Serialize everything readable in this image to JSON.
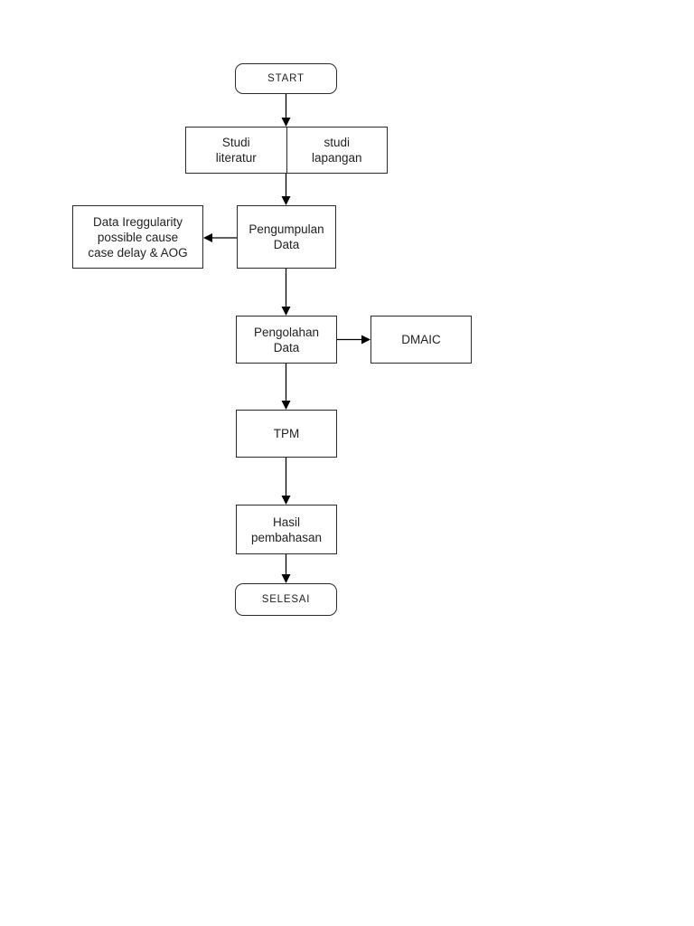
{
  "page": {
    "background_color": "#ffffff"
  },
  "colors": {
    "box_border": "#2b2b2b",
    "text": "#222222",
    "arrow": "#000000"
  },
  "flowchart": {
    "type": "flowchart",
    "nodes": {
      "start": {
        "shape": "rounded-terminator",
        "label": "START"
      },
      "studi_literatur": {
        "shape": "rect-cell",
        "label": "Studi\nliteratur"
      },
      "studi_lapangan": {
        "shape": "rect-cell",
        "label": "studi\nlapangan"
      },
      "data_irregularity": {
        "shape": "rect",
        "label": "Data Ireggularity\npossible cause\ncase delay & AOG"
      },
      "pengumpulan_data": {
        "shape": "rect",
        "label": "Pengumpulan\nData"
      },
      "pengolahan_data": {
        "shape": "rect",
        "label": "Pengolahan\nData"
      },
      "dmaic": {
        "shape": "rect",
        "label": "DMAIC"
      },
      "tpm": {
        "shape": "rect",
        "label": "TPM"
      },
      "hasil_pembahasan": {
        "shape": "rect",
        "label": "Hasil\npembahasan"
      },
      "selesai": {
        "shape": "rounded-terminator",
        "label": "SELESAI"
      }
    },
    "edges": [
      {
        "from": "start",
        "to": "studi_literatur / studi_lapangan",
        "direction": "down"
      },
      {
        "from": "studi_literatur / studi_lapangan",
        "to": "pengumpulan_data",
        "direction": "down"
      },
      {
        "from": "pengumpulan_data",
        "to": "data_irregularity",
        "direction": "left"
      },
      {
        "from": "pengumpulan_data",
        "to": "pengolahan_data",
        "direction": "down"
      },
      {
        "from": "pengolahan_data",
        "to": "dmaic",
        "direction": "right"
      },
      {
        "from": "pengolahan_data",
        "to": "tpm",
        "direction": "down"
      },
      {
        "from": "tpm",
        "to": "hasil_pembahasan",
        "direction": "down"
      },
      {
        "from": "hasil_pembahasan",
        "to": "selesai",
        "direction": "down"
      }
    ]
  }
}
